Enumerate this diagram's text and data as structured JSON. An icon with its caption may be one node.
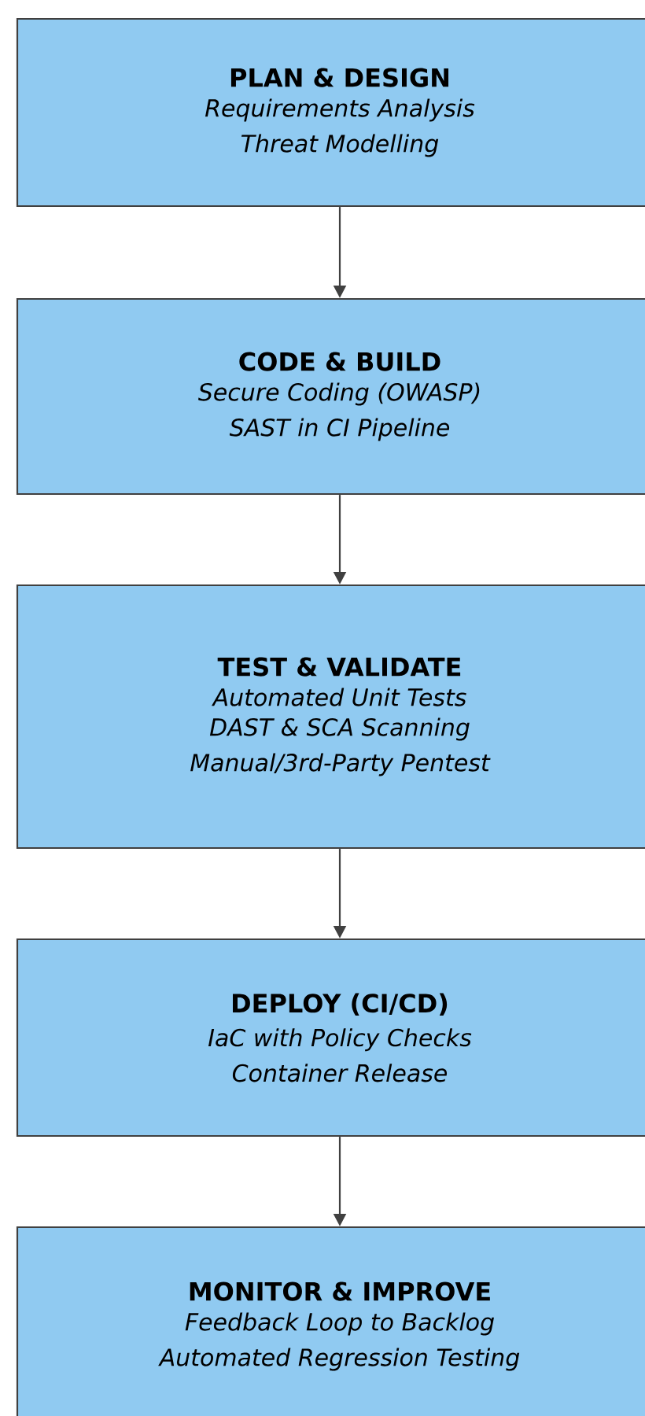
{
  "diagram": {
    "nodes": [
      {
        "text": [
          "PLAN & DESIGN",
          "Requirements Analysis",
          "Threat Modelling"
        ]
      },
      {
        "text": [
          "CODE & BUILD",
          "Secure Coding (OWASP)",
          "SAST in CI Pipeline"
        ]
      },
      {
        "text": [
          "TEST & VALIDATE",
          "Automated Unit Tests",
          "DAST & SCA Scanning",
          "Manual/3rd-Party Pentest"
        ]
      },
      {
        "text": [
          "DEPLOY (CI/CD)",
          "IaC with Policy Checks",
          "Container Release"
        ]
      },
      {
        "text": [
          "MONITOR & IMPROVE",
          "Feedback Loop to Backlog",
          "Automated Regression Testing"
        ]
      }
    ],
    "edges": [
      {
        "from": 0,
        "to": 1,
        "arrow": "to"
      },
      {
        "from": 1,
        "to": 2,
        "arrow": "to"
      },
      {
        "from": 2,
        "to": 3,
        "arrow": "to"
      },
      {
        "from": 3,
        "to": 4,
        "arrow": "to"
      }
    ]
  }
}
